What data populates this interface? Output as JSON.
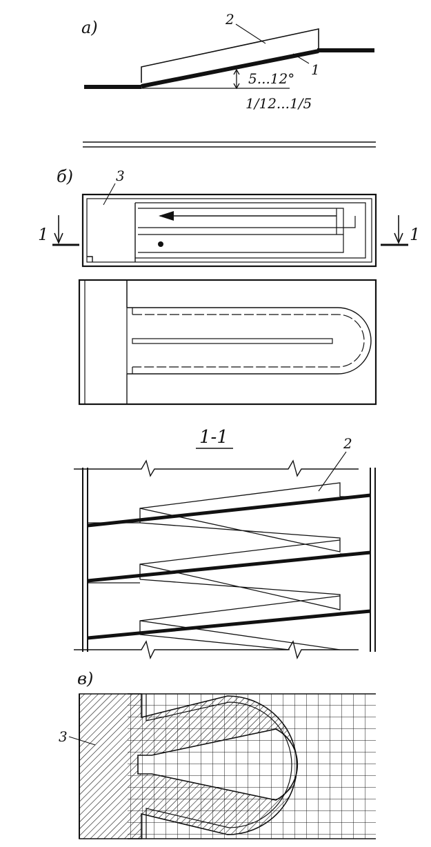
{
  "labels": {
    "panel_a": "а)",
    "panel_b": "б)",
    "panel_v": "в)",
    "section_title": "1-1",
    "callout_1": "1",
    "callout_2": "2",
    "callout_3": "3",
    "angle": "5...12°",
    "slope": "1/12...1/5",
    "cut_left": "1",
    "cut_right": "1"
  },
  "colors": {
    "ink": "#111111",
    "paper": "#ffffff"
  }
}
